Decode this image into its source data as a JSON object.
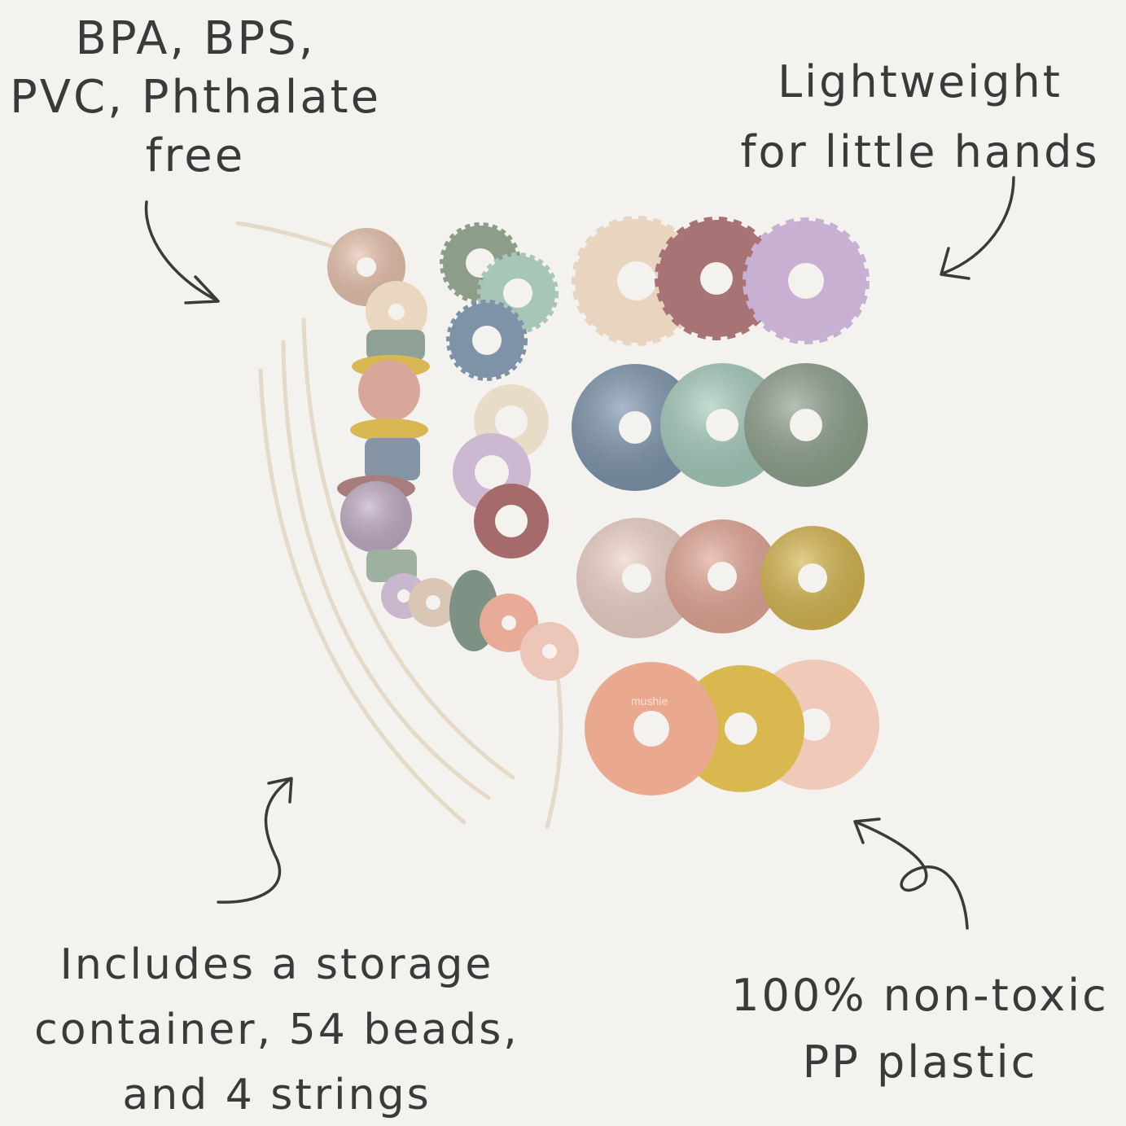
{
  "callouts": {
    "materials": {
      "lines": [
        "BPA, BPS,",
        "PVC, Phthalate",
        "free"
      ]
    },
    "weight": {
      "lines": [
        "Lightweight",
        "for little hands"
      ]
    },
    "contents": {
      "lines": [
        "Includes a storage",
        "container, 54 beads,",
        "and 4 strings"
      ]
    },
    "plastic": {
      "lines": [
        "100% non-toxic",
        "PP plastic"
      ]
    }
  },
  "brand_mark": "mushie",
  "colors": {
    "background": "#f4f2ee",
    "ink": "#3a3a3a",
    "string": "#e6ddcc",
    "blush": "#e9c9b8",
    "rose": "#a76b6a",
    "lavender": "#c7b2cf",
    "sage": "#8fa38c",
    "mint": "#a9cbbd",
    "slate_blue": "#7f96ad",
    "cream": "#e8dcc8",
    "peach": "#e5a78c",
    "mustard": "#d9b753",
    "pink": "#ecc3b5"
  }
}
